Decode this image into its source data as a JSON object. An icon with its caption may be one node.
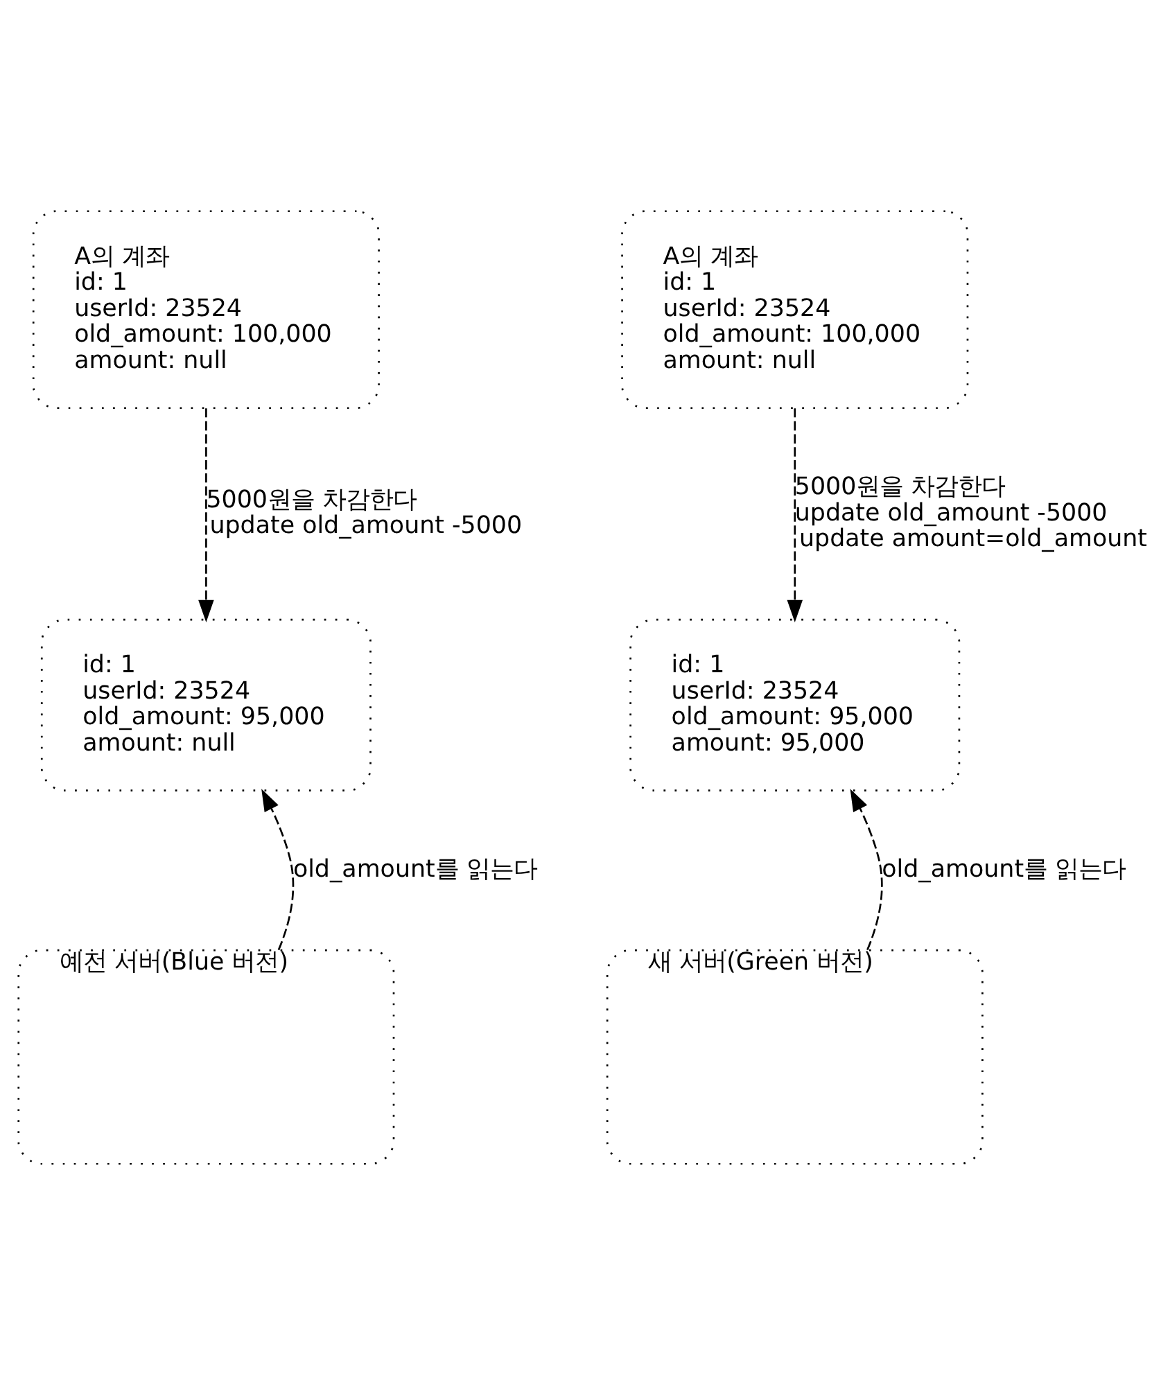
{
  "diagram": {
    "nodes": [
      {
        "text": [
          "A의 계좌",
          "id: 1",
          "userId: 23524",
          "old_amount: 100,000",
          "amount: null"
        ]
      },
      {
        "text": [
          "id: 1",
          "userId: 23524",
          "old_amount: 95,000",
          "amount: null"
        ]
      },
      {
        "text": [
          "예전 서버(Blue 버전)"
        ]
      },
      {
        "text": [
          "A의 계좌",
          "id: 1",
          "userId: 23524",
          "old_amount: 100,000",
          "amount: null"
        ]
      },
      {
        "text": [
          "id: 1",
          "userId: 23524",
          "old_amount: 95,000",
          "amount: 95,000"
        ]
      },
      {
        "text": [
          "새 서버(Green 버전)"
        ]
      }
    ],
    "edges": [
      {
        "from": 0,
        "to": 1,
        "arrow": "to",
        "style": "dashed",
        "label": "5000원을 차감한다 update old_amount -5000"
      },
      {
        "from": 2,
        "to": 1,
        "arrow": "to",
        "style": "dashed",
        "label": "old_amount를 읽는다"
      },
      {
        "from": 3,
        "to": 4,
        "arrow": "to",
        "style": "dashed",
        "label": "5000원을 차감한다 update old_amount -5000 update amount=old_amount"
      },
      {
        "from": 5,
        "to": 4,
        "arrow": "to",
        "style": "dashed",
        "label": "old_amount를 읽는다"
      }
    ]
  }
}
